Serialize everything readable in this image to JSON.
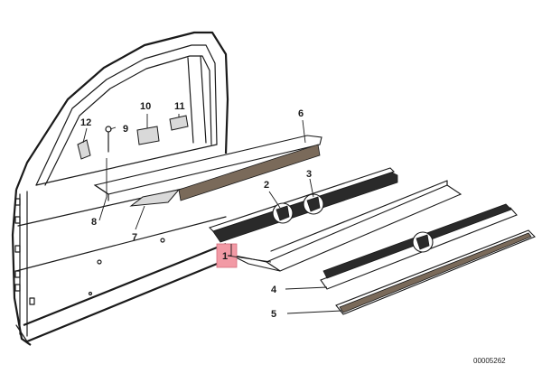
{
  "diagram": {
    "drawing_number": "00005262",
    "highlight_color": "#f29aa5",
    "callouts": [
      {
        "id": "1",
        "label": "1"
      },
      {
        "id": "2",
        "label": "2"
      },
      {
        "id": "3",
        "label": "3"
      },
      {
        "id": "4",
        "label": "4"
      },
      {
        "id": "5",
        "label": "5"
      },
      {
        "id": "6",
        "label": "6"
      },
      {
        "id": "7",
        "label": "7"
      },
      {
        "id": "8",
        "label": "8"
      },
      {
        "id": "9",
        "label": "9"
      },
      {
        "id": "10",
        "label": "10"
      },
      {
        "id": "11",
        "label": "11"
      },
      {
        "id": "12",
        "label": "12"
      }
    ]
  }
}
